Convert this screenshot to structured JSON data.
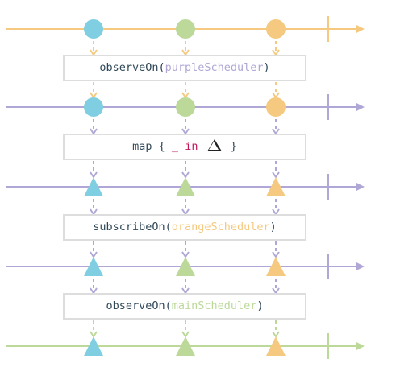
{
  "colors": {
    "orange": "#f5c97f",
    "purple": "#b1a7d6",
    "green": "#bcd99a",
    "blue": "#80cee1",
    "box_border": "#dddddd",
    "text": "#2f4858",
    "keyword": "#c2185b"
  },
  "timelines": [
    {
      "color": "orange",
      "marbles": [
        {
          "shape": "circle",
          "color": "blue"
        },
        {
          "shape": "circle",
          "color": "green"
        },
        {
          "shape": "circle",
          "color": "orange"
        }
      ]
    },
    {
      "color": "purple",
      "marbles": [
        {
          "shape": "circle",
          "color": "blue"
        },
        {
          "shape": "circle",
          "color": "green"
        },
        {
          "shape": "circle",
          "color": "orange"
        }
      ]
    },
    {
      "color": "purple",
      "marbles": [
        {
          "shape": "triangle",
          "color": "blue"
        },
        {
          "shape": "triangle",
          "color": "green"
        },
        {
          "shape": "triangle",
          "color": "orange"
        }
      ]
    },
    {
      "color": "purple",
      "marbles": [
        {
          "shape": "triangle",
          "color": "blue"
        },
        {
          "shape": "triangle",
          "color": "green"
        },
        {
          "shape": "triangle",
          "color": "orange"
        }
      ]
    },
    {
      "color": "green",
      "marbles": [
        {
          "shape": "triangle",
          "color": "blue"
        },
        {
          "shape": "triangle",
          "color": "green"
        },
        {
          "shape": "triangle",
          "color": "orange"
        }
      ]
    }
  ],
  "operators": [
    {
      "fn": "observeOn(",
      "arg": "purpleScheduler",
      "arg_color": "purple",
      "close": ")",
      "arrow_color": "orange"
    },
    {
      "prefix": "map { ",
      "underscore": "_",
      "keyword": " in ",
      "suffix": " }",
      "arrow_color": "purple"
    },
    {
      "fn": "subscribeOn(",
      "arg": "orangeScheduler",
      "arg_color": "orange",
      "close": ")",
      "arrow_color": "purple"
    },
    {
      "fn": "observeOn(",
      "arg": "mainScheduler",
      "arg_color": "green",
      "close": ")",
      "arrow_color": "purple"
    }
  ],
  "output_arrow_colors": [
    "orange",
    "purple",
    "purple",
    "green"
  ]
}
